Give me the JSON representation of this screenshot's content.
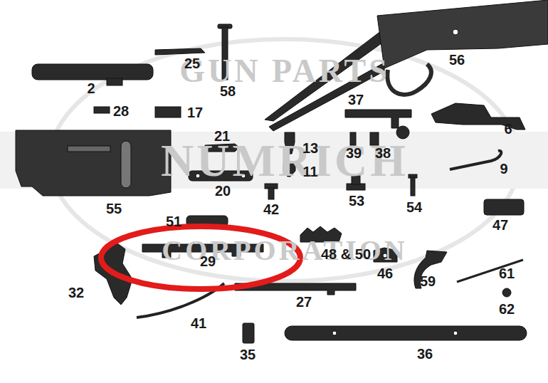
{
  "diagram": {
    "labels": [
      "GUN PARTS",
      "NUMRICH",
      "CORPORATION",
      "2",
      "25",
      "58",
      "56",
      "28",
      "17",
      "37",
      "6",
      "21",
      "13",
      "39",
      "38",
      "9",
      "11",
      "20",
      "42",
      "53",
      "54",
      "55",
      "47",
      "51",
      "48 & 50",
      "46",
      "29",
      "32",
      "27",
      "59",
      "61",
      "62",
      "41",
      "35",
      "36"
    ]
  }
}
